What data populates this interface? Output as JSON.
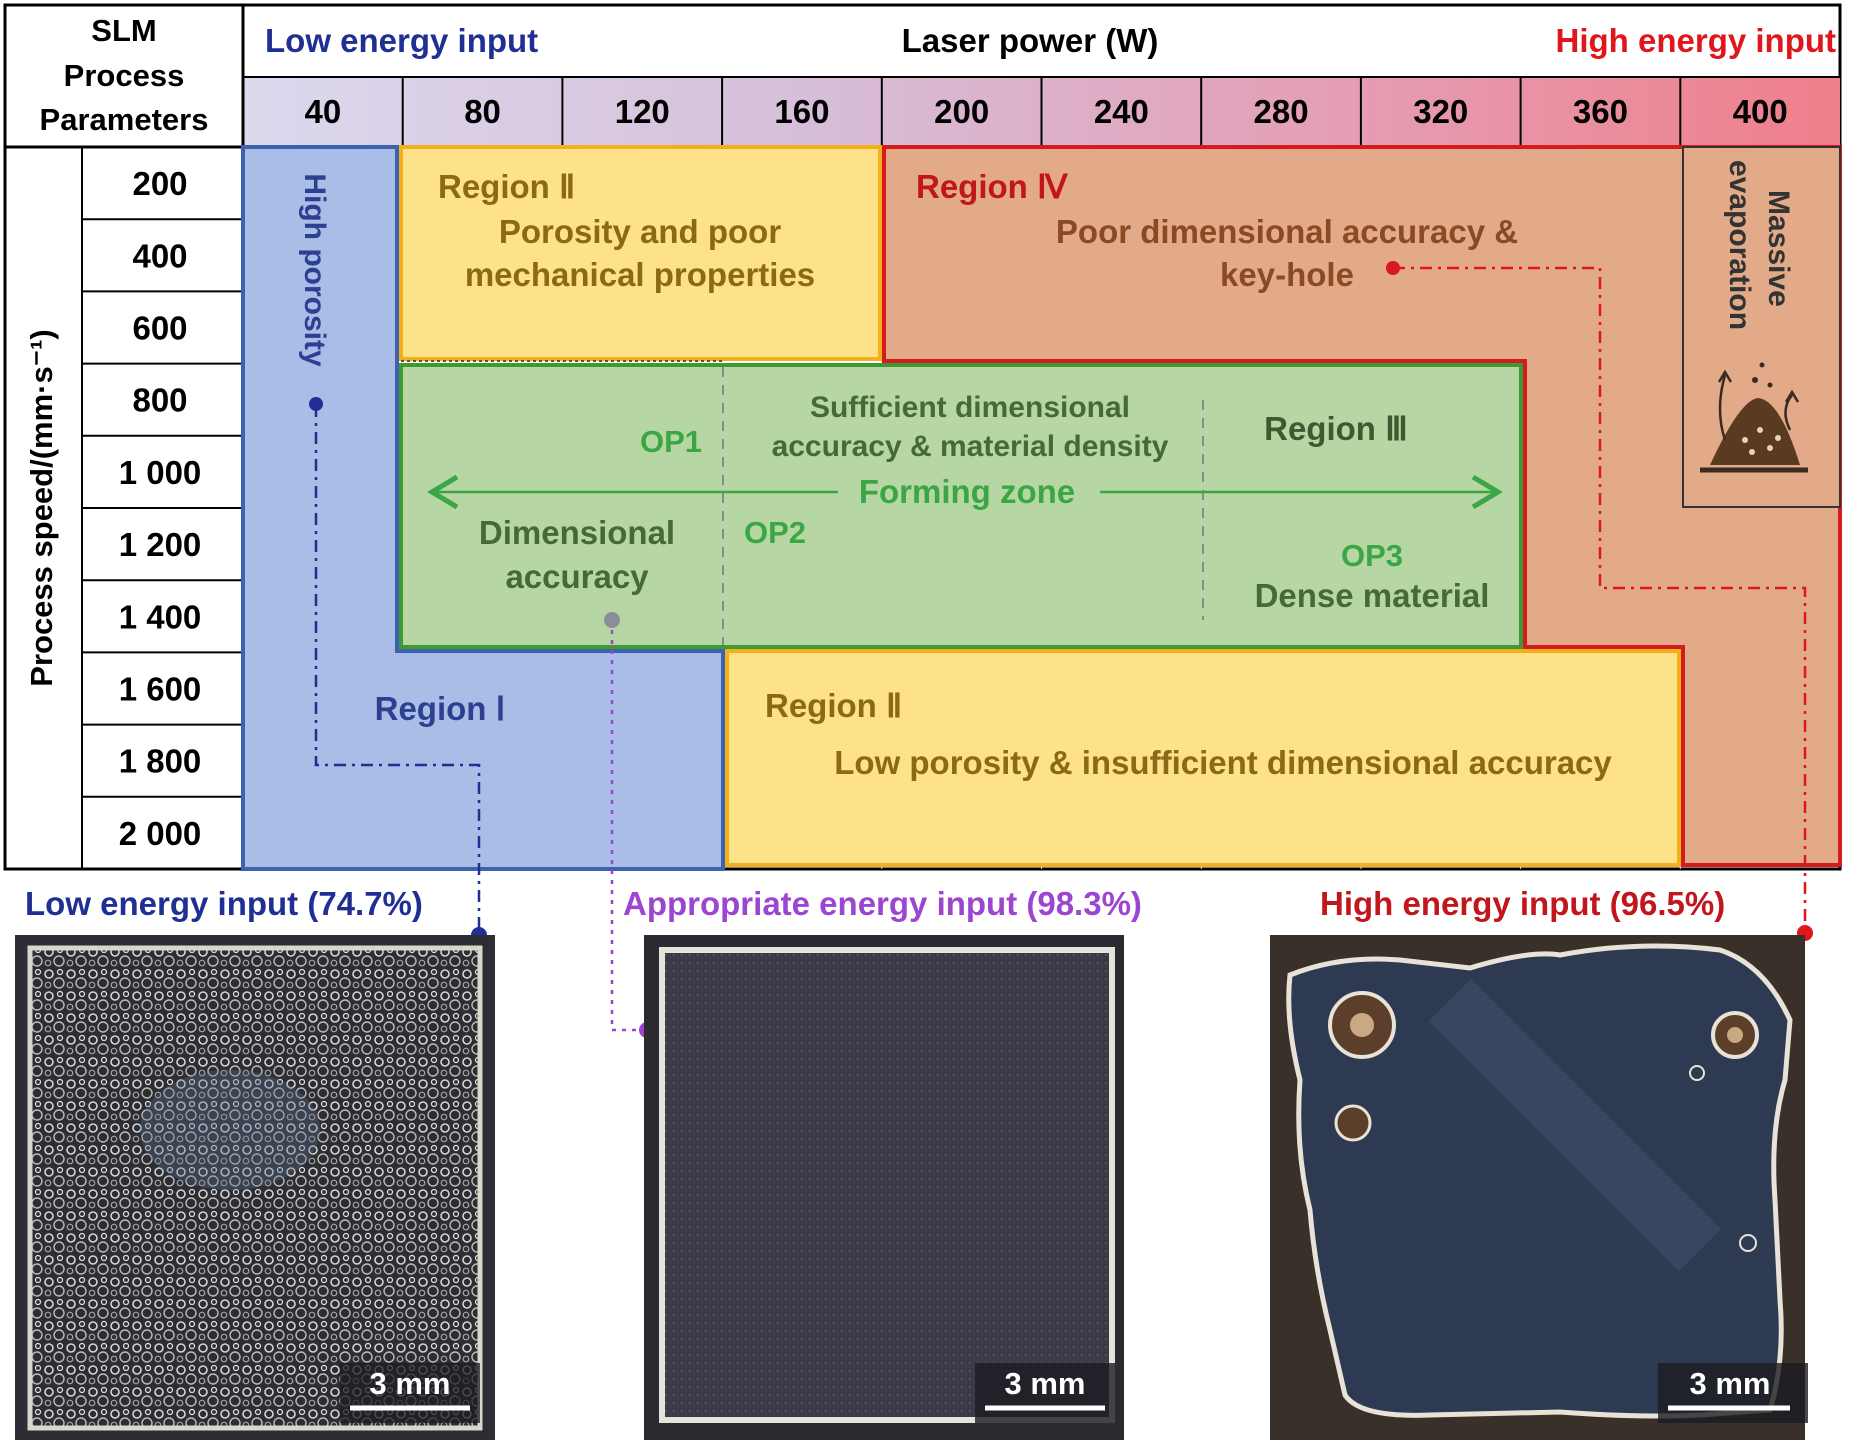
{
  "header": {
    "corner_title_lines": [
      "SLM",
      "Process",
      "Parameters"
    ],
    "low_energy_label": "Low energy input",
    "high_energy_label": "High energy input",
    "power_axis_label": "Laser power (W)",
    "power_values": [
      "40",
      "80",
      "120",
      "160",
      "200",
      "240",
      "280",
      "320",
      "360",
      "400"
    ],
    "speed_axis_label": "Process speed/(mm·s⁻¹)",
    "speed_values": [
      "200",
      "400",
      "600",
      "800",
      "1 000",
      "1 200",
      "1 400",
      "1 600",
      "1 800",
      "2 000"
    ]
  },
  "regions": {
    "region1": {
      "label": "Region Ⅰ",
      "note": "High porosity"
    },
    "region2_top": {
      "label": "Region Ⅱ",
      "desc_lines": [
        "Porosity and poor",
        "mechanical properties"
      ]
    },
    "region2_bottom": {
      "label": "Region Ⅱ",
      "desc": "Low porosity & insufficient dimensional accuracy"
    },
    "region3": {
      "label": "Region Ⅲ",
      "zone_label": "Forming zone",
      "center_lines": [
        "Sufficient dimensional",
        "accuracy & material density"
      ],
      "left_lines": [
        "Dimensional",
        "accuracy"
      ],
      "right_desc": "Dense material",
      "op1": "OP1",
      "op2": "OP2",
      "op3": "OP3"
    },
    "region4": {
      "label": "Region Ⅳ",
      "desc_lines": [
        "Poor dimensional accuracy &",
        "key-hole"
      ]
    },
    "evaporation": {
      "lines": [
        "Massive",
        "evaporation"
      ]
    }
  },
  "samples": [
    {
      "caption": "Low energy input (74.7%)",
      "scale_bar": "3 mm"
    },
    {
      "caption": "Appropriate energy input (98.3%)",
      "scale_bar": "3 mm"
    },
    {
      "caption": "High energy input (96.5%)",
      "scale_bar": "3 mm"
    }
  ],
  "colors": {
    "region1": "#a9bde6",
    "region2": "#fde28a",
    "region3": "#b6d7a4",
    "region4": "#e2aa88",
    "low_text": "#1f2f93",
    "high_text": "#e0161d",
    "region2_text": "#8a6a14",
    "region3_text": "#3aa645",
    "region4_text": "#c0161c",
    "purple": "#9c45d0"
  }
}
